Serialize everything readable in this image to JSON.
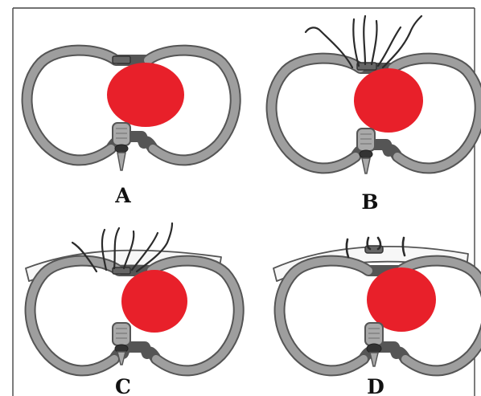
{
  "figure": {
    "panels": [
      {
        "label": "A",
        "wires": "none",
        "plate": false
      },
      {
        "label": "B",
        "wires": "open",
        "plate": false
      },
      {
        "label": "C",
        "wires": "open",
        "plate": true
      },
      {
        "label": "D",
        "wires": "tightened",
        "plate": true
      }
    ],
    "colors": {
      "heart": "#e8202a",
      "bone_outline": "#555555",
      "bone_fill": "#9e9e9e",
      "sternum": "#666666",
      "wire": "#2b2b2b",
      "plate": "#f7f7f7"
    }
  }
}
